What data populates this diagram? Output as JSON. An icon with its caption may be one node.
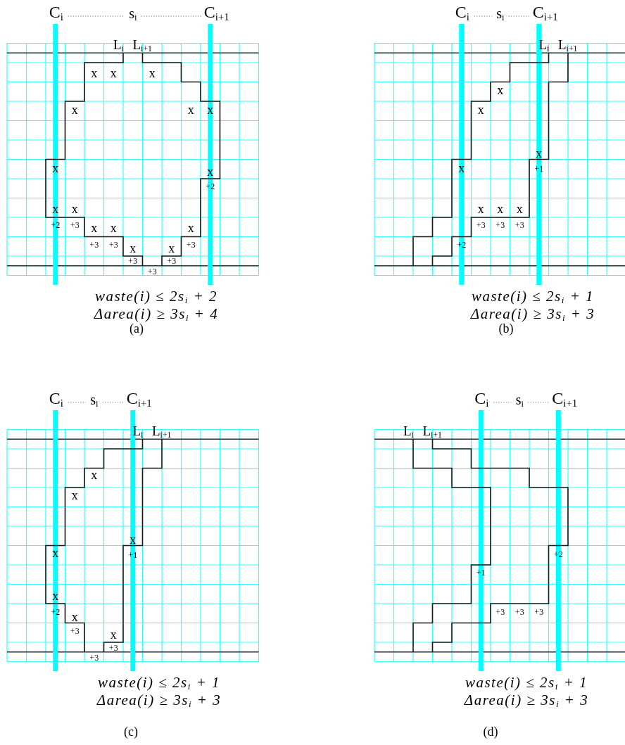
{
  "diagram": {
    "labels": [
      "C$_{i}$",
      "s$_{i}$",
      "C$_{i+1}$",
      "L$_{i}$",
      "L$_{i+1}$",
      "x",
      "x",
      "x",
      "x",
      "x",
      "x",
      "x",
      "x",
      "+2",
      "x",
      "x",
      "+2",
      "+3",
      "x",
      "x",
      "x",
      "+3",
      "+3",
      "+3",
      "x",
      "x",
      "+3",
      "+3",
      "+3",
      "waste(i) ≤ 2s$_{i}$ + 2",
      "Δarea(i) ≥ 3s$_{i}$ + 4",
      "(a)",
      "C$_{i}$",
      "s$_{i}$",
      "C$_{i+1}$",
      "L$_{i}$",
      "L$_{i+1}$",
      "x",
      "x",
      "x",
      "x",
      "+1",
      "x",
      "x",
      "x",
      "+3",
      "+3",
      "+3",
      "+2",
      "waste(i) ≤ 2s$_{i}$ + 1",
      "Δarea(i) ≥ 3s$_{i}$ + 3",
      "(b)",
      "C$_{i}$",
      "s$_{i}$",
      "C$_{i+1}$",
      "L$_{i}$",
      "L$_{i+1}$",
      "x",
      "x",
      "x",
      "x",
      "+1",
      "x",
      "+2",
      "x",
      "+3",
      "x",
      "+3",
      "+3",
      "waste(i) ≤ 2s$_{i}$ + 1",
      "Δarea(i) ≥ 3s$_{i}$ + 3",
      "(c)",
      "C$_{i}$",
      "s$_{i}$",
      "C$_{i+1}$",
      "L$_{i}$",
      "L$_{i+1}$",
      "+2",
      "+1",
      "+3",
      "+3",
      "+3",
      "waste(i) ≤ 2s$_{i}$ + 1",
      "Δarea(i) ≥ 3s$_{i}$ + 3",
      "(d)"
    ]
  }
}
